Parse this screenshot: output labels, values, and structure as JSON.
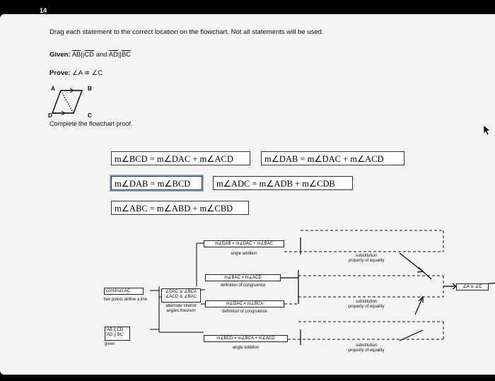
{
  "question_number": "14",
  "instruction": "Drag each statement to the correct location on the flowchart. Not all statements will be used.",
  "given": {
    "label": "Given:",
    "seg1": "AB",
    "rel1": "||",
    "seg2": "CD",
    "conj": "and",
    "seg3": "AD",
    "rel2": "||",
    "seg4": "BC"
  },
  "prove": {
    "label": "Prove:",
    "statement": "∠A ≅ ∠C"
  },
  "figure": {
    "labels": [
      "A",
      "B",
      "C",
      "D"
    ]
  },
  "complete_text": "Complete the flowchart proof.",
  "statement_tiles": [
    "m∠BCD = m∠DAC + m∠ACD",
    "m∠DAB = m∠DAC + m∠ACD",
    "m∠DAB = m∠BCD",
    "m∠ADC = m∠ADB + m∠CDB",
    "m∠ABC = m∠ABD + m∠CBD"
  ],
  "flowchart": {
    "start_box": "construct AC",
    "start_reason": "two points define a line",
    "given_box_lines": [
      "AB || CD",
      "AD || BC"
    ],
    "given_reason": "given",
    "alt_box_lines": [
      "∠DAC ≅ ∠BCA",
      "∠ACD ≅ ∠BAC"
    ],
    "alt_reason_lines": [
      "alternate interior",
      "angles theorem"
    ],
    "top_box": "m∠DAB = m∠DAC + m∠BAC",
    "top_reason": "angle addition",
    "mid1_box": "m∠BAC = m∠ACD",
    "mid1_reason": "definition of congruence",
    "mid2_box": "m∠DAC = m∠BCA",
    "mid2_reason": "definition of congruence",
    "bottom_box": "m∠BCD = m∠BCA + m∠ACD",
    "bottom_reason": "angle addition",
    "sub_reason_top_lines": [
      "substitution",
      "property of equality"
    ],
    "sub_reason_mid_lines": [
      "substitution",
      "property of equality"
    ],
    "sub_reason_bottom_lines": [
      "substitution",
      "property of equality"
    ],
    "final_box": "∠A ≅ ∠C"
  }
}
